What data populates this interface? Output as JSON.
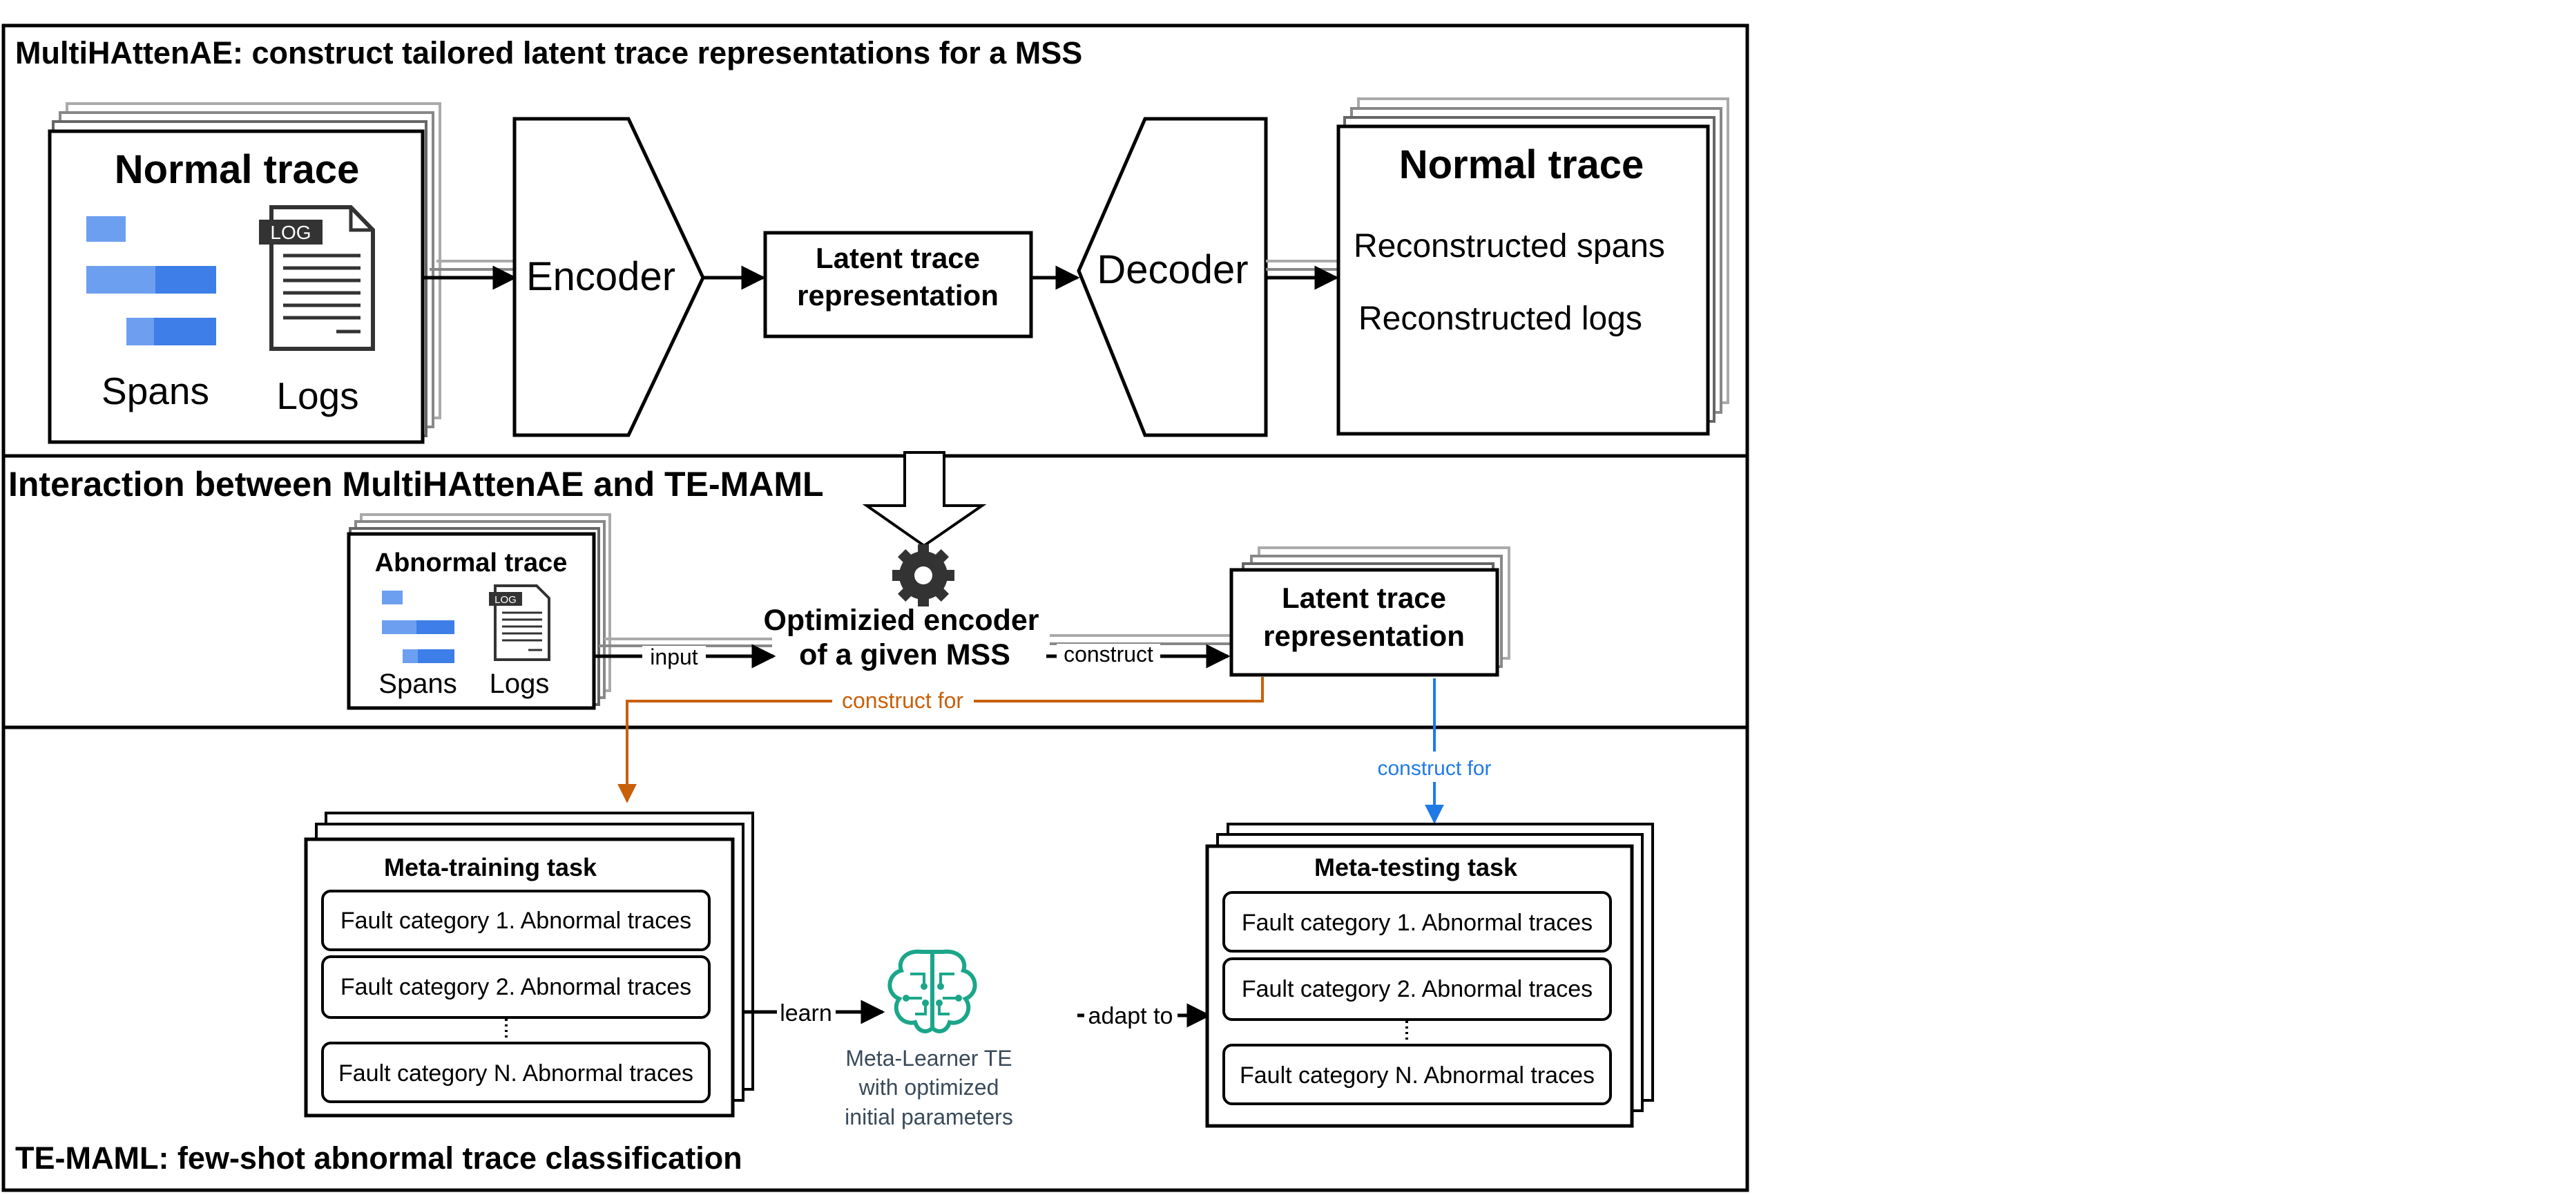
{
  "sections": {
    "top_title": "MultiHAttenAE: construct tailored latent trace representations for a MSS",
    "middle_title": "Interaction between MultiHAttenAE and TE-MAML",
    "bottom_title": "TE-MAML: few-shot abnormal trace classification"
  },
  "top": {
    "input_card_title": "Normal trace",
    "spans_label": "Spans",
    "logs_label": "Logs",
    "log_icon_tag": "LOG",
    "encoder": "Encoder",
    "latent_line1": "Latent trace",
    "latent_line2": "representation",
    "decoder": "Decoder",
    "output_card_title": "Normal trace",
    "reconstructed_spans": "Reconstructed spans",
    "reconstructed_logs": "Reconstructed logs"
  },
  "middle": {
    "abnormal_card_title": "Abnormal trace",
    "spans_label": "Spans",
    "logs_label": "Logs",
    "log_icon_tag": "LOG",
    "input_arrow_label": "input",
    "encoder_line1": "Optimizied encoder",
    "encoder_line2": "of a given MSS",
    "construct_arrow_label": "construct",
    "latent_line1": "Latent trace",
    "latent_line2": "representation",
    "orange_label": "construct for",
    "blue_label": "construct for"
  },
  "bottom": {
    "train_title": "Meta-training task",
    "test_title": "Meta-testing task",
    "fault_items": [
      "Fault category 1. Abnormal traces",
      "Fault category 2. Abnormal traces",
      "Fault category N. Abnormal traces"
    ],
    "learn_label": "learn",
    "adapt_label": "adapt to",
    "learner_line1": "Meta-Learner TE",
    "learner_line2": "with optimized",
    "learner_line3": "initial parameters"
  },
  "colors": {
    "span_blue": "#3d7ee8",
    "span_light": "#6d9ff0",
    "orange": "#c8600a",
    "blue_arrow": "#1f7ae8",
    "teal": "#1ba68a",
    "gear": "#333333"
  }
}
